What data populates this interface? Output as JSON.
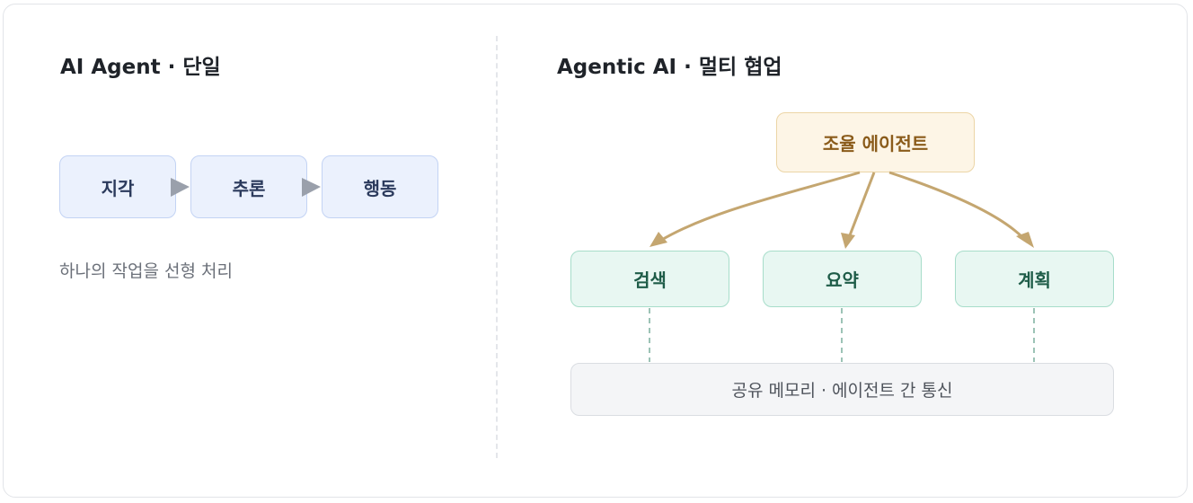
{
  "left": {
    "title": "AI Agent · 단일",
    "steps": [
      "지각",
      "추론",
      "행동"
    ],
    "description": "하나의 작업을 선형 처리"
  },
  "right": {
    "title": "Agentic AI · 멀티 협업",
    "orchestrator": "조율 에이전트",
    "workers": [
      "검색",
      "요약",
      "계획"
    ],
    "shared": "공유 메모리 · 에이전트 간 통신"
  },
  "colors": {
    "step_fill": "#ebf1fd",
    "orchestrator_fill": "#fdf5e6",
    "worker_fill": "#e8f7f2",
    "shared_fill": "#f4f5f7",
    "flow_arrow": "#c4a670",
    "step_arrow": "#9aa0ab"
  }
}
